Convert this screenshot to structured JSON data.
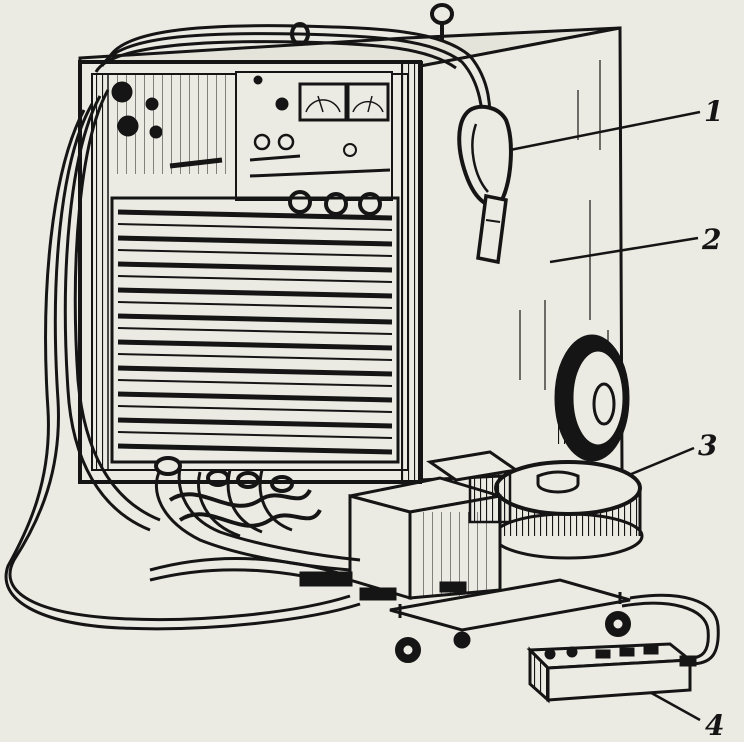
{
  "callouts": [
    {
      "id": "1",
      "label": "1"
    },
    {
      "id": "2",
      "label": "2"
    },
    {
      "id": "3",
      "label": "3"
    },
    {
      "id": "4",
      "label": "4"
    }
  ],
  "colors": {
    "ink": "#151515",
    "paper": "#ecebe3",
    "shade": "#3a3a36"
  }
}
